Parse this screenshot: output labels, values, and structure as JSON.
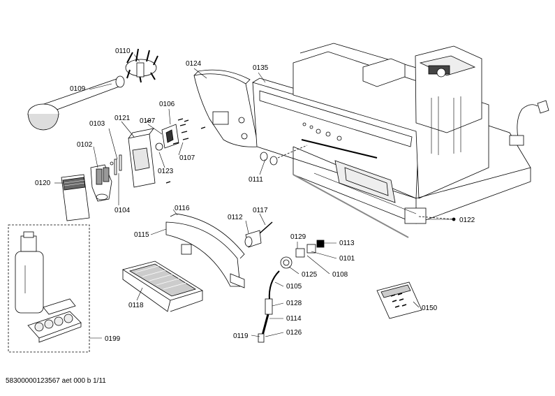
{
  "parts": [
    {
      "id": "p0110",
      "label": "0110"
    },
    {
      "id": "p0109",
      "label": "0109"
    },
    {
      "id": "p0124",
      "label": "0124"
    },
    {
      "id": "p0135",
      "label": "0135"
    },
    {
      "id": "p0106",
      "label": "0106"
    },
    {
      "id": "p0121",
      "label": "0121"
    },
    {
      "id": "p0107a",
      "label": "0107"
    },
    {
      "id": "p0107b",
      "label": "0107"
    },
    {
      "id": "p0103",
      "label": "0103"
    },
    {
      "id": "p0102",
      "label": "0102"
    },
    {
      "id": "p0123",
      "label": "0123"
    },
    {
      "id": "p0120",
      "label": "0120"
    },
    {
      "id": "p0104",
      "label": "0104"
    },
    {
      "id": "p0111",
      "label": "0111"
    },
    {
      "id": "p0116",
      "label": "0116"
    },
    {
      "id": "p0112",
      "label": "0112"
    },
    {
      "id": "p0117",
      "label": "0117"
    },
    {
      "id": "p0115",
      "label": "0115"
    },
    {
      "id": "p0122",
      "label": "0122"
    },
    {
      "id": "p0129",
      "label": "0129"
    },
    {
      "id": "p0113",
      "label": "0113"
    },
    {
      "id": "p0101",
      "label": "0101"
    },
    {
      "id": "p0125",
      "label": "0125"
    },
    {
      "id": "p0108",
      "label": "0108"
    },
    {
      "id": "p0105",
      "label": "0105"
    },
    {
      "id": "p0118",
      "label": "0118"
    },
    {
      "id": "p0128",
      "label": "0128"
    },
    {
      "id": "p0150",
      "label": "0150"
    },
    {
      "id": "p0114",
      "label": "0114"
    },
    {
      "id": "p0119",
      "label": "0119"
    },
    {
      "id": "p0126",
      "label": "0126"
    },
    {
      "id": "p0199",
      "label": "0199"
    }
  ],
  "footer": "58300000123567 aet 000 b 1/11",
  "colors": {
    "line": "#000000",
    "fill": "#ffffff",
    "shade": "#cfcfcf",
    "dark": "#555555"
  }
}
